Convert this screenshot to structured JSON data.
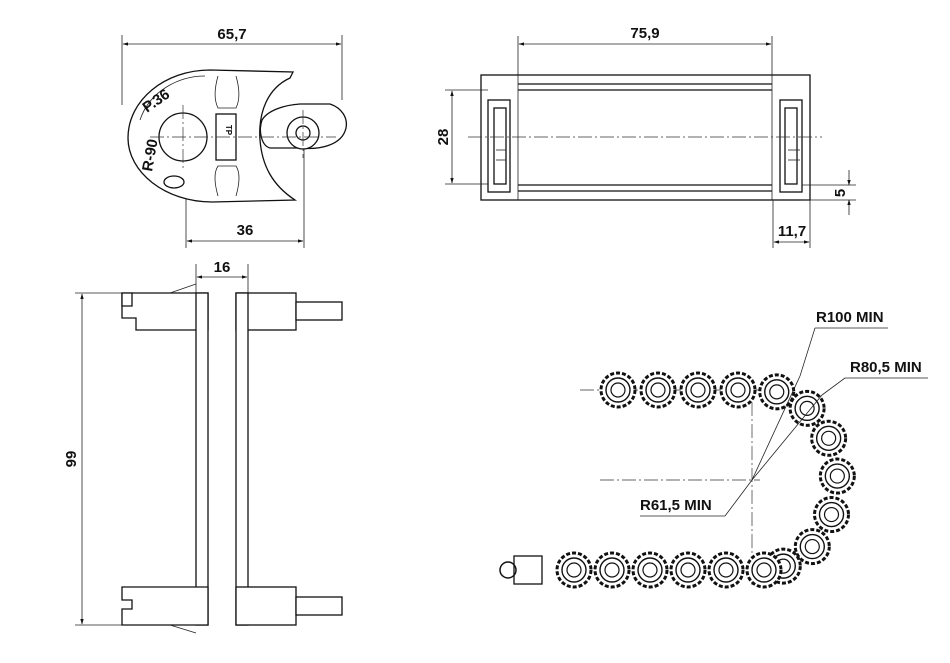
{
  "drawing": {
    "side_view": {
      "width": "65,7",
      "pitch_span": "36",
      "embossed_pitch": "P.36",
      "embossed_radius": "R-90",
      "logo_small": "TP"
    },
    "top_view": {
      "inner_width": "75,9",
      "height": "28",
      "bar_height": "5",
      "edge_offset": "11,7"
    },
    "front_view": {
      "link_width": "16",
      "overall_height": "99"
    },
    "chain_view": {
      "outer_radius": "R100 MIN",
      "mid_radius": "R80,5 MIN",
      "inner_radius": "R61,5 MIN"
    }
  },
  "colors": {
    "line": "#111111",
    "background": "#ffffff"
  }
}
